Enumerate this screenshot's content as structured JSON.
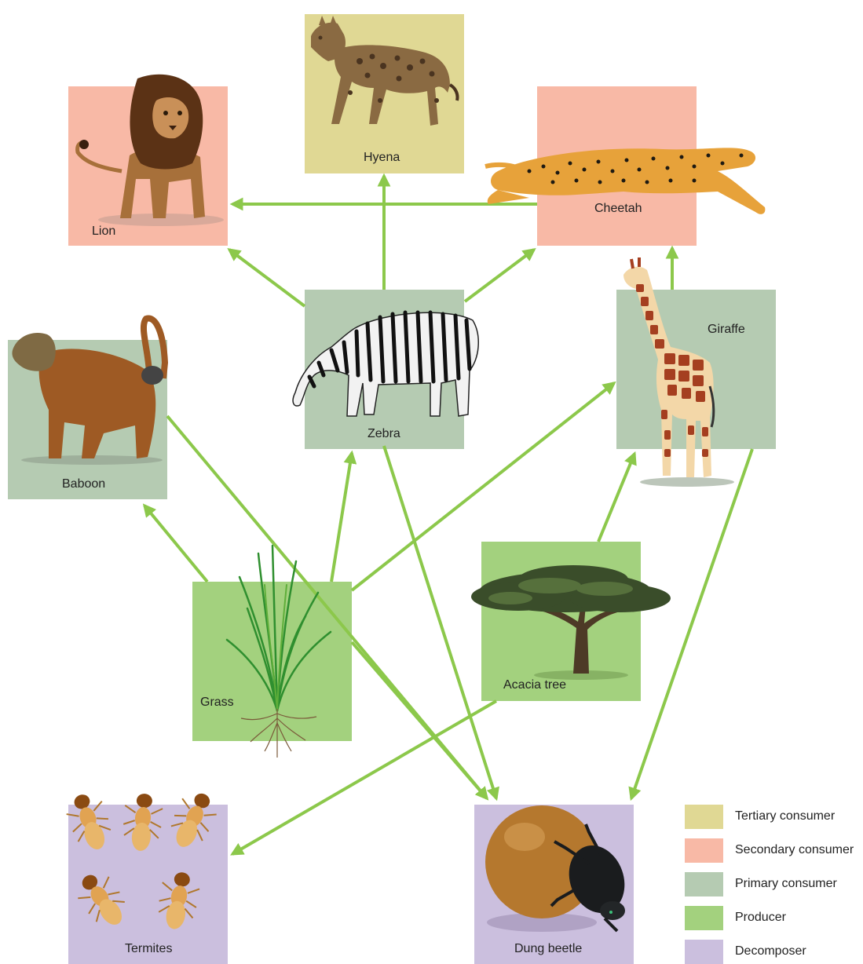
{
  "colors": {
    "tertiary": "#e0d894",
    "secondary": "#f8b9a6",
    "primary": "#b5cbb2",
    "producer": "#a3d17e",
    "decomposer": "#cbbfde",
    "arrow": "#8cc84b"
  },
  "nodes": {
    "hyena": {
      "label": "Hyena",
      "level": "tertiary",
      "icon": "hyena-icon"
    },
    "lion": {
      "label": "Lion",
      "level": "secondary",
      "icon": "lion-icon"
    },
    "cheetah": {
      "label": "Cheetah",
      "level": "secondary",
      "icon": "cheetah-icon"
    },
    "baboon": {
      "label": "Baboon",
      "level": "primary",
      "icon": "baboon-icon"
    },
    "zebra": {
      "label": "Zebra",
      "level": "primary",
      "icon": "zebra-icon"
    },
    "giraffe": {
      "label": "Giraffe",
      "level": "primary",
      "icon": "giraffe-icon"
    },
    "grass": {
      "label": "Grass",
      "level": "producer",
      "icon": "grass-icon"
    },
    "acacia": {
      "label": "Acacia tree",
      "level": "producer",
      "icon": "acacia-tree-icon"
    },
    "termites": {
      "label": "Termites",
      "level": "decomposer",
      "icon": "termites-icon"
    },
    "dung_beetle": {
      "label": "Dung beetle",
      "level": "decomposer",
      "icon": "dung-beetle-icon"
    }
  },
  "links": [
    {
      "from": "cheetah",
      "to": "lion"
    },
    {
      "from": "zebra",
      "to": "hyena"
    },
    {
      "from": "zebra",
      "to": "lion"
    },
    {
      "from": "zebra",
      "to": "cheetah"
    },
    {
      "from": "giraffe",
      "to": "cheetah"
    },
    {
      "from": "grass",
      "to": "baboon"
    },
    {
      "from": "grass",
      "to": "zebra"
    },
    {
      "from": "grass",
      "to": "giraffe"
    },
    {
      "from": "acacia",
      "to": "giraffe"
    },
    {
      "from": "grass",
      "to": "dung_beetle"
    },
    {
      "from": "baboon",
      "to": "dung_beetle"
    },
    {
      "from": "zebra",
      "to": "dung_beetle"
    },
    {
      "from": "giraffe",
      "to": "dung_beetle"
    },
    {
      "from": "acacia",
      "to": "termites"
    }
  ],
  "legend": [
    {
      "label": "Tertiary consumer",
      "level": "tertiary"
    },
    {
      "label": "Secondary consumer",
      "level": "secondary"
    },
    {
      "label": "Primary consumer",
      "level": "primary"
    },
    {
      "label": "Producer",
      "level": "producer"
    },
    {
      "label": "Decomposer",
      "level": "decomposer"
    }
  ]
}
